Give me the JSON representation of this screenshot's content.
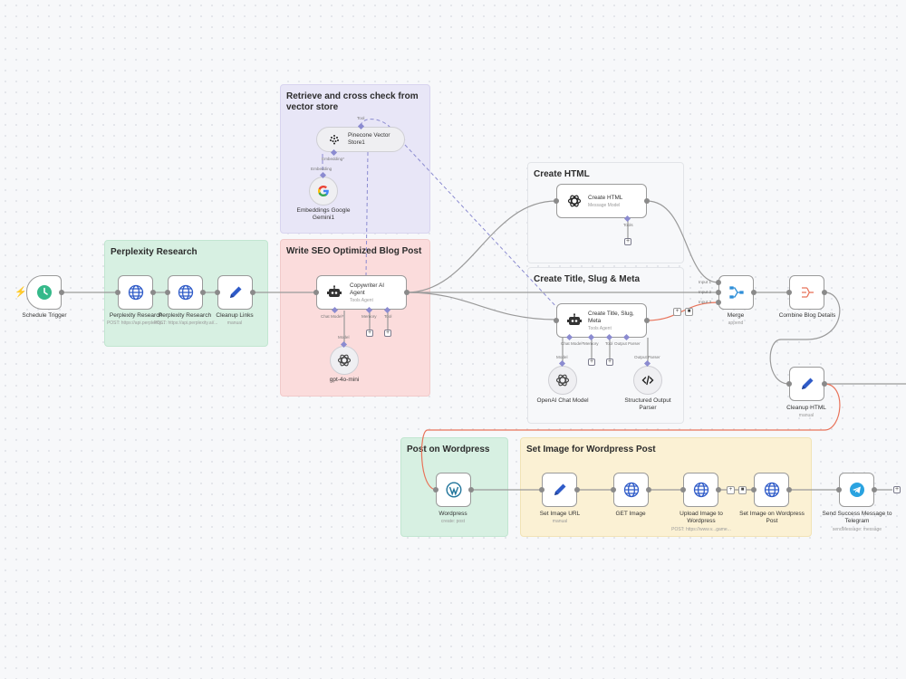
{
  "groups": {
    "vector": "Retrieve and cross check from vector store",
    "perplexity": "Perplexity Research",
    "seo": "Write SEO Optimized Blog Post",
    "create_html": "Create HTML",
    "title_slug": "Create Title, Slug & Meta",
    "post_wp": "Post on Wordpress",
    "set_image": "Set Image for Wordpress Post"
  },
  "nodes": {
    "schedule": {
      "label": "Schedule Trigger"
    },
    "perplexity1": {
      "label": "Perplexity Research",
      "sub": "POST: https://api.perplexity..."
    },
    "perplexity2": {
      "label": "Perplexity Research",
      "sub": "POST: https://api.perplexity.ai/..."
    },
    "cleanup_links": {
      "label": "Cleanup Links",
      "sub": "manual"
    },
    "copywriter": {
      "title": "Copywriter AI Agent",
      "sub": "Tools Agent"
    },
    "gpt4o": {
      "label": "gpt-4o-mini"
    },
    "pinecone": {
      "title": "Pinecone Vector Store1"
    },
    "embeddings": {
      "label": "Embeddings Google Gemini1"
    },
    "create_html": {
      "title": "Create HTML",
      "sub": "Message Model"
    },
    "create_title": {
      "title": "Create Title, Slug, Meta",
      "sub": "Tools Agent"
    },
    "openai_chat": {
      "label": "OpenAI Chat Model"
    },
    "structured_parser": {
      "label": "Structured Output Parser"
    },
    "merge": {
      "label": "Merge",
      "sub": "append"
    },
    "combine": {
      "label": "Combine Blog Details"
    },
    "cleanup_html": {
      "label": "Cleanup HTML",
      "sub": "manual"
    },
    "wordpress": {
      "label": "Wordpress",
      "sub": "create: post"
    },
    "set_image_url": {
      "label": "Set Image URL",
      "sub": "manual"
    },
    "get_image": {
      "label": "GET Image"
    },
    "upload_image": {
      "label": "Upload Image to Wordpress",
      "sub": "POST: https://www.v...game..."
    },
    "set_image_wp": {
      "label": "Set Image on Wordpress Post"
    },
    "telegram": {
      "label": "Send Success Message to Telegram",
      "sub": "sendMessage: message"
    }
  },
  "ports": {
    "tool": "Tool",
    "embedding_star": "Embedding*",
    "embedding": "Embedding",
    "chat_model_star": "Chat Model*",
    "memory": "Memory",
    "tool2": "Tool",
    "model": "Model",
    "tools": "Tools",
    "input1": "Input 1",
    "input2": "Input 2",
    "input3": "Input 3",
    "chat_model2": "Chat Model*",
    "memory2": "Memory",
    "tool3": "Tool",
    "output_parser": "Output Parser",
    "model2": "Model",
    "output_parser2": "Output Parser"
  },
  "colors": {
    "vector_bg": "#e8e6f7",
    "perplexity_bg": "#d7f0e2",
    "seo_bg": "#fbdcdc",
    "neutral_bg": "#f7f8fa",
    "yellow_bg": "#fbf1d4",
    "accent_red": "#e8735a",
    "blue_icon": "#2f5bc8",
    "trigger_green": "#35b98a",
    "dash_purple": "#8b8bd0"
  }
}
